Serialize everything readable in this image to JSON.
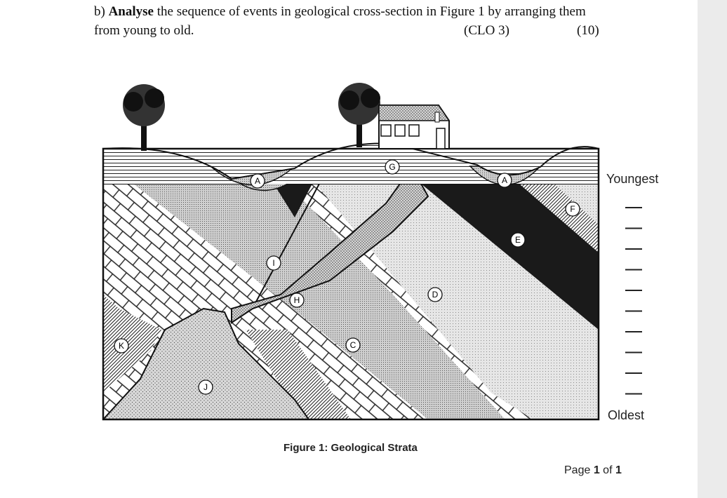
{
  "question": {
    "prefix": "b) ",
    "bold_word": "Analyse",
    "line1_rest": " the sequence of events in geological cross-section in Figure 1 by arranging them",
    "line2": "from young to old.",
    "clo": "(CLO 3)",
    "marks": "(10)"
  },
  "figure": {
    "caption": "Figure 1: Geological Strata",
    "scale_top": "Youngest",
    "scale_bottom": "Oldest",
    "blank_count": 10,
    "labels": {
      "A1": "A",
      "A2": "A",
      "G": "G",
      "E": "E",
      "F": "F",
      "I": "I",
      "H": "H",
      "D": "D",
      "C": "C",
      "K": "K",
      "J": "J"
    }
  },
  "footer": {
    "page_prefix": "Page ",
    "page_num": "1",
    "page_mid": " of ",
    "page_total": "1"
  }
}
